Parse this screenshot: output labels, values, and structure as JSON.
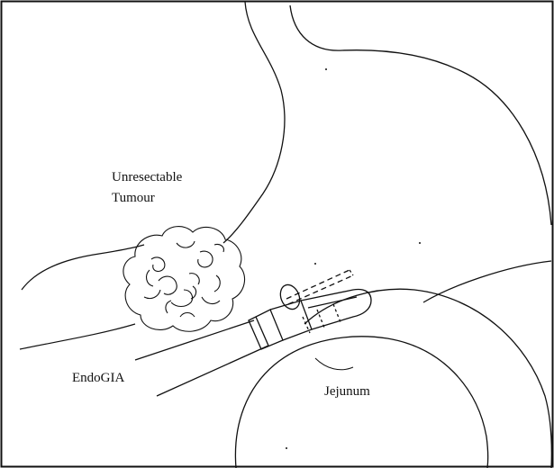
{
  "diagram": {
    "labels": {
      "tumour_line1": "Unresectable",
      "tumour_line2": "Tumour",
      "endogia": "EndoGIA",
      "jejunum": "Jejunum"
    },
    "colors": {
      "ink": "#111111",
      "background": "#ffffff"
    }
  }
}
